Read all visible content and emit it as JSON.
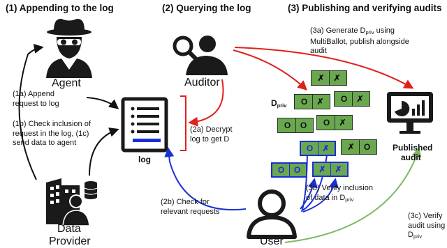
{
  "headers": {
    "appending": "(1) Appending to the log",
    "querying": "(2) Querying the log",
    "publishing": "(3) Publishing and verifying audits"
  },
  "actors": {
    "agent": "Agent",
    "auditor": "Auditor",
    "data_provider_line1": "Data",
    "data_provider_line2": "Provider",
    "user": "User"
  },
  "log_label": "log",
  "published_audit": {
    "line1": "Published",
    "line2": "audit"
  },
  "dpriv": {
    "base": "D",
    "sub": "priv"
  },
  "steps": {
    "s1a": {
      "line1": "(1a) Append",
      "line2": "request to log"
    },
    "s1b": {
      "line1": "(1b) Check inclusion of",
      "line2": "request in the log, (1c)",
      "line3": "send data to agent"
    },
    "s2a": {
      "line1": "(2a) Decrypt",
      "line2": "log to get D"
    },
    "s2b": {
      "line1": "(2b) Check for",
      "line2": "relevant requests"
    },
    "s3a": {
      "line1_pre": "(3a) Generate D",
      "line1_sub": "priv",
      "line1_post": " using",
      "line2": "MultiBallot, publish alongside",
      "line3": "audit"
    },
    "s3b": {
      "line1": "(3b) Verify inclusion",
      "line2_pre": "of data in D",
      "line2_sub": "priv"
    },
    "s3c": {
      "line1": "(3c) Verify",
      "line2": "audit using",
      "line3_base": "D",
      "line3_sub": "priv"
    }
  },
  "ballots": [
    {
      "row": 1,
      "cells": [
        "✗",
        "✗"
      ],
      "highlight": false
    },
    {
      "row": 2,
      "cells": [
        "O",
        "✗"
      ],
      "highlight": false
    },
    {
      "row": 2,
      "cells": [
        "O",
        "✗"
      ],
      "highlight": false
    },
    {
      "row": 3,
      "cells": [
        "O",
        "O"
      ],
      "highlight": false
    },
    {
      "row": 3,
      "cells": [
        "O",
        "✗"
      ],
      "highlight": false
    },
    {
      "row": 4,
      "cells": [
        "O",
        "✗"
      ],
      "highlight": true
    },
    {
      "row": 4,
      "cells": [
        "✗",
        "O"
      ],
      "highlight": false
    },
    {
      "row": 5,
      "cells": [
        "O",
        "O"
      ],
      "highlight": true
    },
    {
      "row": 5,
      "cells": [
        "✗",
        "✗"
      ],
      "highlight": true
    }
  ],
  "colors": {
    "red": "#e0201b",
    "blue": "#1c2fd6",
    "green": "#7cb963",
    "ballot_fill": "#6aa84f",
    "icon": "#1a1a1a"
  }
}
